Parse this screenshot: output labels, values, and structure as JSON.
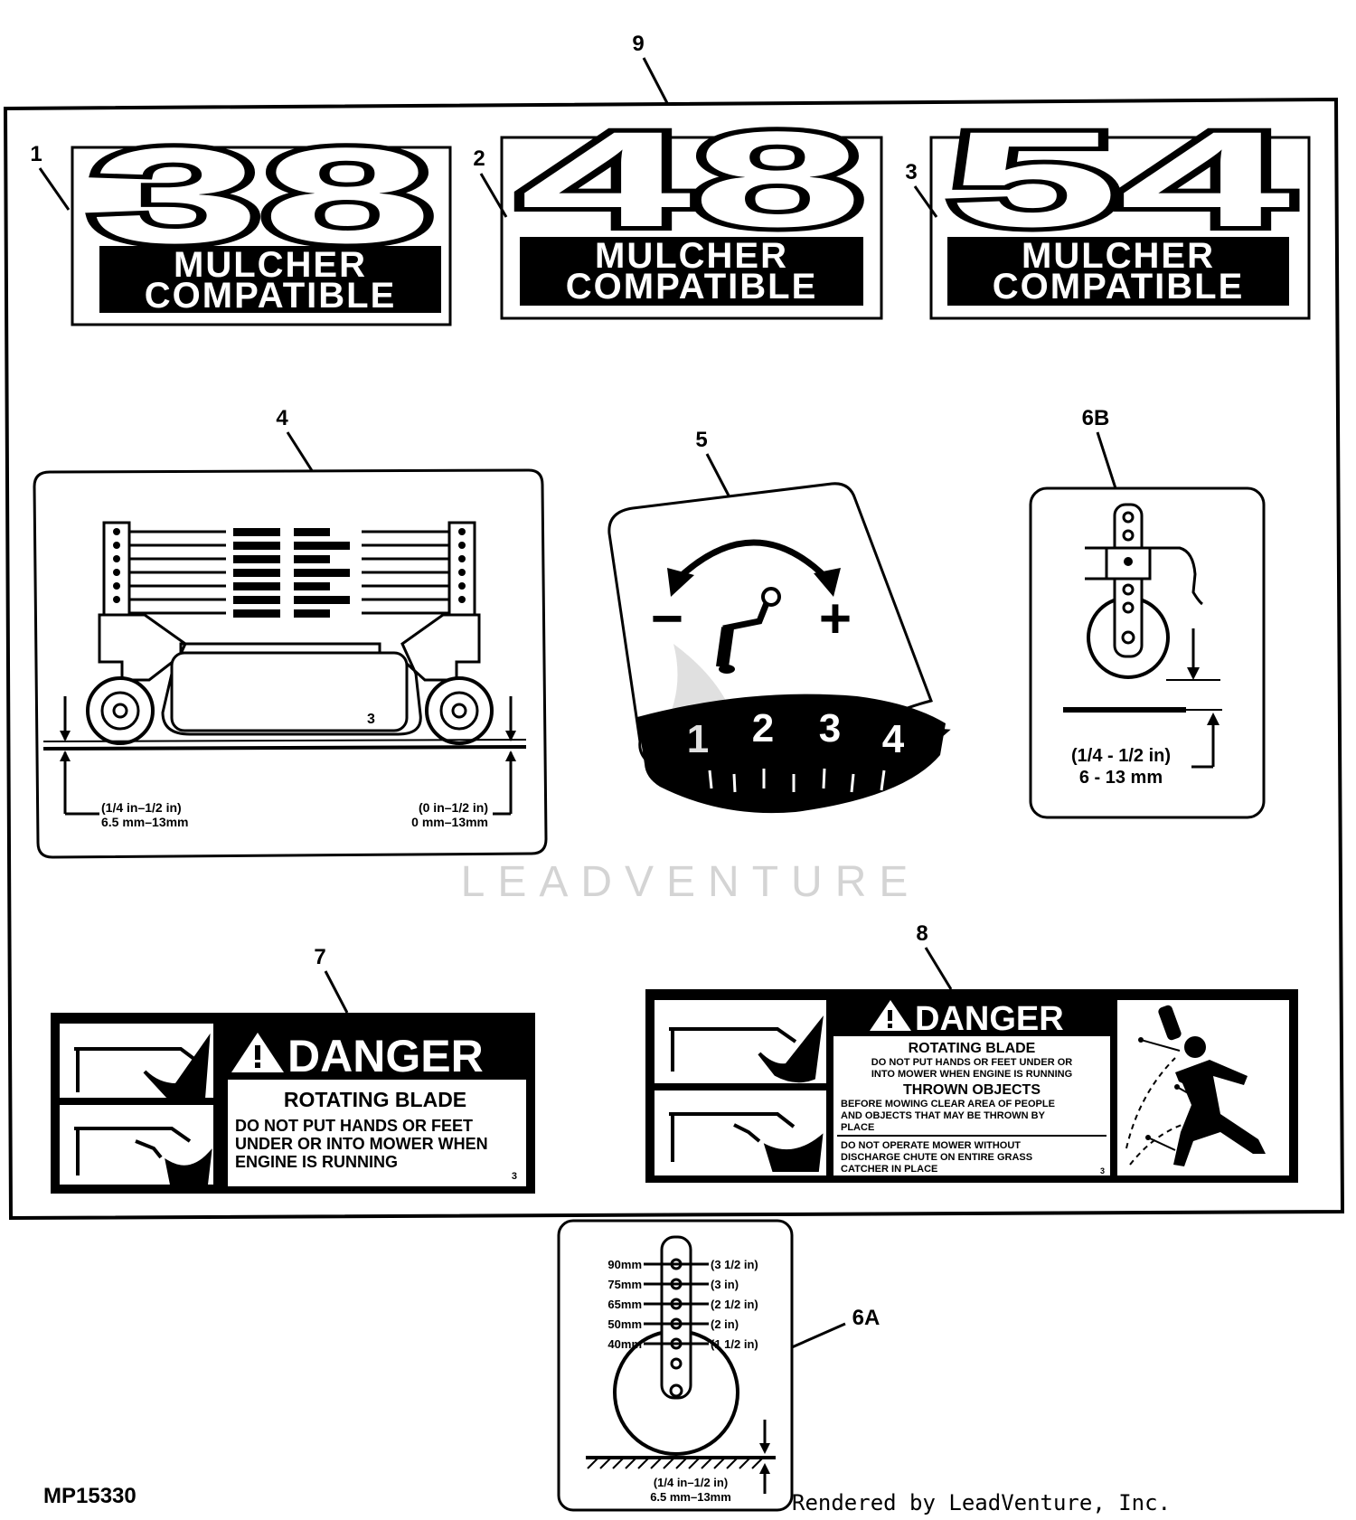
{
  "callouts": {
    "c1": "1",
    "c2": "2",
    "c3": "3",
    "c4": "4",
    "c5": "5",
    "c6a": "6A",
    "c6b": "6B",
    "c7": "7",
    "c8": "8",
    "c9": "9"
  },
  "decals": {
    "d38": {
      "number": "38",
      "line1": "MULCHER",
      "line2": "COMPATIBLE"
    },
    "d48": {
      "number": "48",
      "line1": "MULCHER",
      "line2": "COMPATIBLE"
    },
    "d54": {
      "number": "54",
      "line1": "MULCHER",
      "line2": "COMPATIBLE"
    }
  },
  "height_decal": {
    "left_range": "(1/4 in–1/2 in)",
    "left_range_mm": "6.5 mm–13mm",
    "right_range": "(0 in–1/2 in)",
    "right_range_mm": "0 mm–13mm",
    "center_code": "3"
  },
  "dial_decal": {
    "minus": "−",
    "plus": "+",
    "positions": [
      "1",
      "2",
      "3",
      "4"
    ]
  },
  "decal_6b": {
    "range": "(1/4 - 1/2 in)",
    "range_mm": "6 - 13 mm"
  },
  "decal_6a": {
    "rows": [
      {
        "mm": "90mm",
        "in": "(3 1/2 in)"
      },
      {
        "mm": "75mm",
        "in": "(3 in)"
      },
      {
        "mm": "65mm",
        "in": "(2 1/2 in)"
      },
      {
        "mm": "50mm",
        "in": "(2 in)"
      },
      {
        "mm": "40mm",
        "in": "(1 1/2 in)"
      }
    ],
    "range": "(1/4 in–1/2 in)",
    "range_mm": "6.5 mm–13mm"
  },
  "danger7": {
    "heading": "DANGER",
    "subhead": "ROTATING BLADE",
    "lines": [
      "DO NOT PUT HANDS OR FEET",
      "UNDER OR INTO MOWER WHEN",
      "ENGINE IS RUNNING"
    ],
    "code": "3"
  },
  "danger8": {
    "heading": "DANGER",
    "subhead1": "ROTATING BLADE",
    "text1": [
      "DO NOT PUT HANDS OR FEET UNDER OR",
      "INTO MOWER WHEN ENGINE IS RUNNING"
    ],
    "subhead2": "THROWN OBJECTS",
    "text2": [
      "BEFORE MOWING CLEAR AREA OF PEOPLE",
      "AND OBJECTS THAT MAY BE THROWN BY",
      "PLACE"
    ],
    "text3": [
      "DO NOT OPERATE MOWER WITHOUT",
      "DISCHARGE CHUTE ON ENTIRE GRASS",
      "CATCHER IN PLACE"
    ],
    "code": "3"
  },
  "figure_code": "MP15330",
  "watermark": "LEADVENTURE",
  "footer": "Rendered by LeadVenture, Inc."
}
